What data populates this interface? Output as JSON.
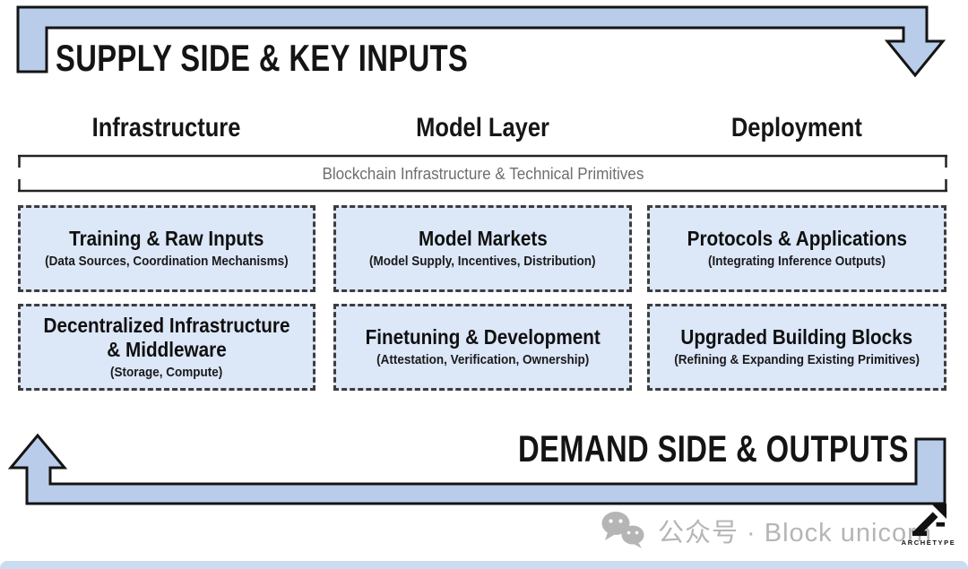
{
  "colors": {
    "arrow_fill": "#b9cdea",
    "arrow_outline": "#141414",
    "box_fill": "#dce7f8",
    "box_border": "#3d3d3d",
    "primitives_text": "#6e6e6e",
    "watermark_gray": "#b5b5b5",
    "bottom_strip": "#cbdcf1",
    "text": "#111111"
  },
  "top_banner": {
    "label": "SUPPLY SIDE & KEY INPUTS",
    "arrow_direction": "down-right"
  },
  "columns": [
    {
      "label": "Infrastructure"
    },
    {
      "label": "Model Layer"
    },
    {
      "label": "Deployment"
    }
  ],
  "primitives_bar": {
    "label": "Blockchain Infrastructure & Technical Primitives"
  },
  "boxes": [
    {
      "column": "Infrastructure",
      "title": "Training & Raw Inputs",
      "subtitle": "(Data Sources, Coordination Mechanisms)"
    },
    {
      "column": "Model Layer",
      "title": "Model Markets",
      "subtitle": "(Model Supply, Incentives, Distribution)"
    },
    {
      "column": "Deployment",
      "title": "Protocols & Applications",
      "subtitle": "(Integrating Inference Outputs)"
    },
    {
      "column": "Infrastructure",
      "title": "Decentralized Infrastructure & Middleware",
      "subtitle": "(Storage, Compute)"
    },
    {
      "column": "Model Layer",
      "title": "Finetuning & Development",
      "subtitle": "(Attestation, Verification, Ownership)"
    },
    {
      "column": "Deployment",
      "title": "Upgraded Building Blocks",
      "subtitle": "(Refining & Expanding Existing Primitives)"
    }
  ],
  "bottom_banner": {
    "label": "DEMAND SIDE & OUTPUTS",
    "arrow_direction": "up-left"
  },
  "watermark": {
    "icon": "wechat-icon",
    "text": "公众号 · Block unicorn"
  },
  "logo": {
    "icon": "archetype-arrow-icon",
    "label": "ARCHETYPE"
  }
}
